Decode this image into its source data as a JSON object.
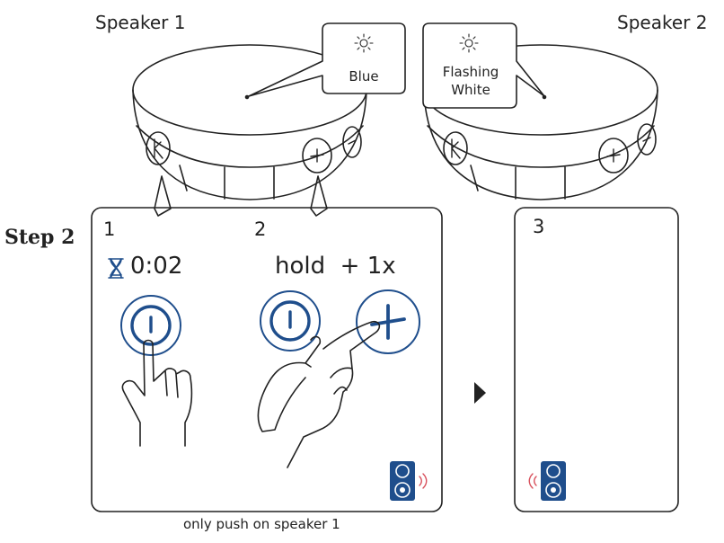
{
  "speaker1": {
    "title": "Speaker 1",
    "light_label": "Blue"
  },
  "speaker2": {
    "title": "Speaker 2",
    "light_label_line1": "Flashing",
    "light_label_line2": "White"
  },
  "step": {
    "title": "Step 2"
  },
  "panel1": {
    "number": "1",
    "timer": "0:02"
  },
  "panel2": {
    "number": "2",
    "action": "hold  + 1x"
  },
  "panel3": {
    "number": "3"
  },
  "footnote": "only push on speaker 1",
  "colors": {
    "accent": "#1f4e8c",
    "sound_wave": "#d8505c",
    "line": "#222222"
  },
  "icons": [
    "light-icon",
    "hourglass-icon",
    "power-button-icon",
    "plus-button-icon",
    "hand-pointer-icon",
    "speaker-icon",
    "sound-wave-icon",
    "arrow-right-icon",
    "bluetooth-icon",
    "minus-icon",
    "plus-icon"
  ]
}
